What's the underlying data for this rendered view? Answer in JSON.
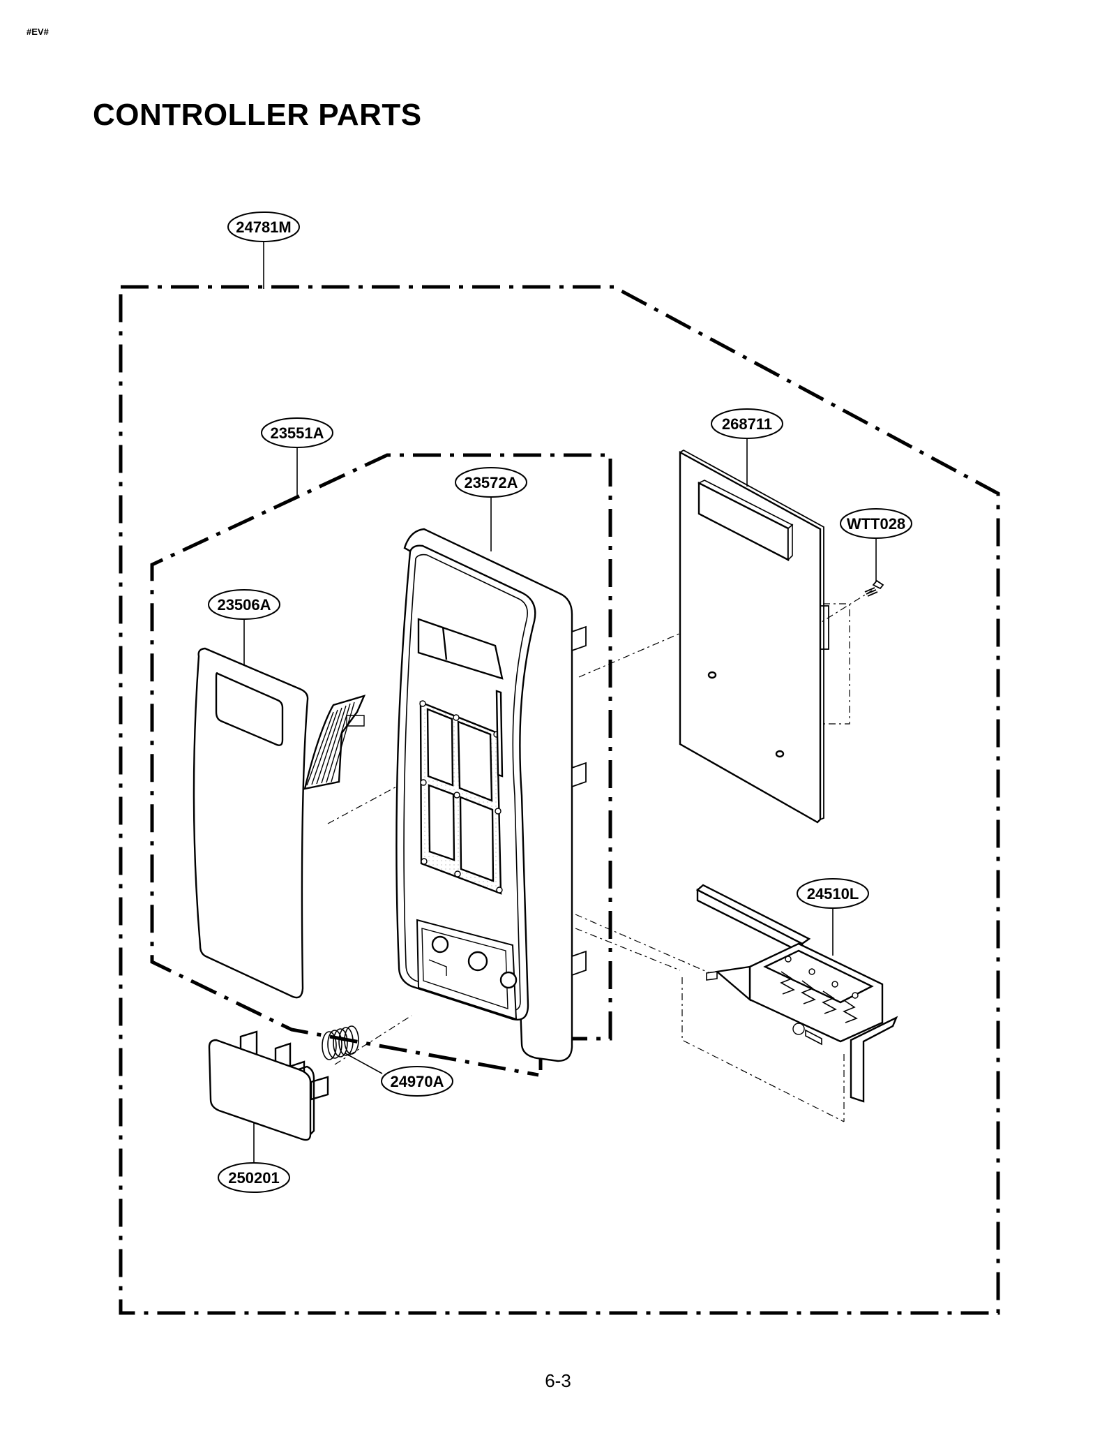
{
  "header": {
    "tag": "#EV#"
  },
  "title": "CONTROLLER PARTS",
  "footer": {
    "page_number": "6-3"
  },
  "callouts": {
    "assembly": "24781M",
    "panel_group": "23551A",
    "control_panel": "23572A",
    "membrane_keypad": "23506A",
    "pcb": "268711",
    "screw": "WTT028",
    "latch_lever": "24510L",
    "spring": "24970A",
    "door_button": "250201"
  }
}
